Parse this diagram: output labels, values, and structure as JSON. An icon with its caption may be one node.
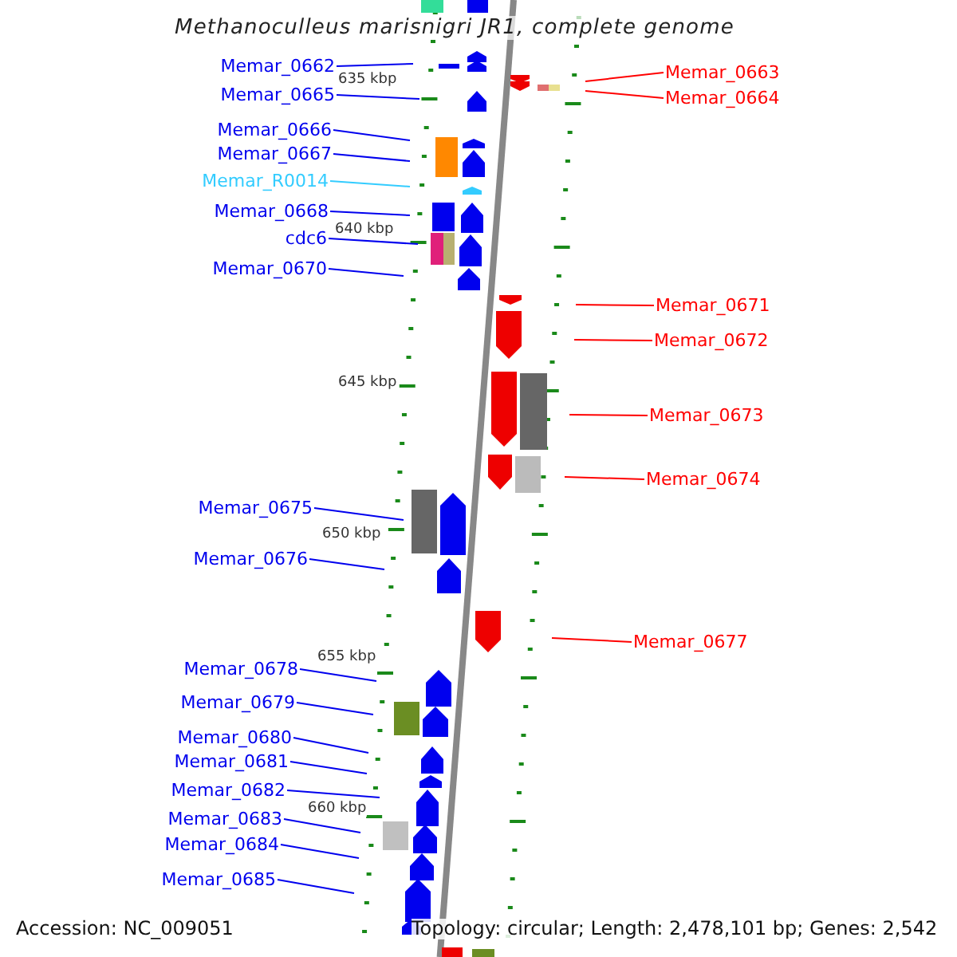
{
  "diagram": {
    "title": "Methanoculleus marisnigri JR1, complete genome",
    "nodes": [
      {
        "text": [
          "Memar_0662"
        ]
      },
      {
        "text": [
          "Memar_0663"
        ]
      },
      {
        "text": [
          "Memar_0665"
        ]
      },
      {
        "text": [
          "Memar_0664"
        ]
      },
      {
        "text": [
          "Memar_0666"
        ]
      },
      {
        "text": [
          "Memar_0667"
        ]
      },
      {
        "text": [
          "Memar_R0014"
        ]
      },
      {
        "text": [
          "Memar_0668"
        ]
      },
      {
        "text": [
          "cdc6"
        ]
      },
      {
        "text": [
          "Memar_0670"
        ]
      },
      {
        "text": [
          "Memar_0671"
        ]
      },
      {
        "text": [
          "Memar_0672"
        ]
      },
      {
        "text": [
          "Memar_0673"
        ]
      },
      {
        "text": [
          "Memar_0674"
        ]
      },
      {
        "text": [
          "Memar_0675"
        ]
      },
      {
        "text": [
          "Memar_0676"
        ]
      },
      {
        "text": [
          "Memar_0677"
        ]
      },
      {
        "text": [
          "Memar_0678"
        ]
      },
      {
        "text": [
          "Memar_0679"
        ]
      },
      {
        "text": [
          "Memar_0680"
        ]
      },
      {
        "text": [
          "Memar_0681"
        ]
      },
      {
        "text": [
          "Memar_0682"
        ]
      },
      {
        "text": [
          "Memar_0683"
        ]
      },
      {
        "text": [
          "Memar_0684"
        ]
      },
      {
        "text": [
          "Memar_0685"
        ]
      }
    ],
    "edges": [
      {
        "from": 0,
        "to": null,
        "arrow": "none"
      },
      {
        "from": 1,
        "to": null,
        "arrow": "none",
        "color": "#ff0000"
      },
      {
        "from": 2,
        "to": null,
        "arrow": "none"
      },
      {
        "from": 3,
        "to": null,
        "arrow": "none",
        "color": "#ff0000"
      },
      {
        "from": 4,
        "to": null,
        "arrow": "none"
      },
      {
        "from": 5,
        "to": null,
        "arrow": "none"
      },
      {
        "from": 6,
        "to": null,
        "arrow": "none",
        "color": "#33ccff"
      },
      {
        "from": 7,
        "to": null,
        "arrow": "none"
      },
      {
        "from": 8,
        "to": null,
        "arrow": "none"
      },
      {
        "from": 9,
        "to": null,
        "arrow": "none"
      },
      {
        "from": 10,
        "to": null,
        "arrow": "none",
        "color": "#ff0000"
      },
      {
        "from": 11,
        "to": null,
        "arrow": "none",
        "color": "#ff0000"
      },
      {
        "from": 12,
        "to": null,
        "arrow": "none",
        "color": "#ff0000"
      },
      {
        "from": 13,
        "to": null,
        "arrow": "none",
        "color": "#ff0000"
      },
      {
        "from": 14,
        "to": null,
        "arrow": "none"
      },
      {
        "from": 15,
        "to": null,
        "arrow": "none"
      },
      {
        "from": 16,
        "to": null,
        "arrow": "none",
        "color": "#ff0000"
      },
      {
        "from": 17,
        "to": null,
        "arrow": "none"
      },
      {
        "from": 18,
        "to": null,
        "arrow": "none"
      },
      {
        "from": 19,
        "to": null,
        "arrow": "none"
      },
      {
        "from": 20,
        "to": null,
        "arrow": "none"
      },
      {
        "from": 21,
        "to": null,
        "arrow": "none"
      },
      {
        "from": 22,
        "to": null,
        "arrow": "none"
      },
      {
        "from": 23,
        "to": null,
        "arrow": "none"
      },
      {
        "from": 24,
        "to": null,
        "arrow": "none"
      }
    ],
    "labels": [
      "635 kbp",
      "640 kbp",
      "645 kbp",
      "650 kbp",
      "655 kbp",
      "660 kbp",
      "Accession: NC_009051",
      "Topology: circular; Length: 2,478,101 bp; Genes: 2,542"
    ]
  }
}
